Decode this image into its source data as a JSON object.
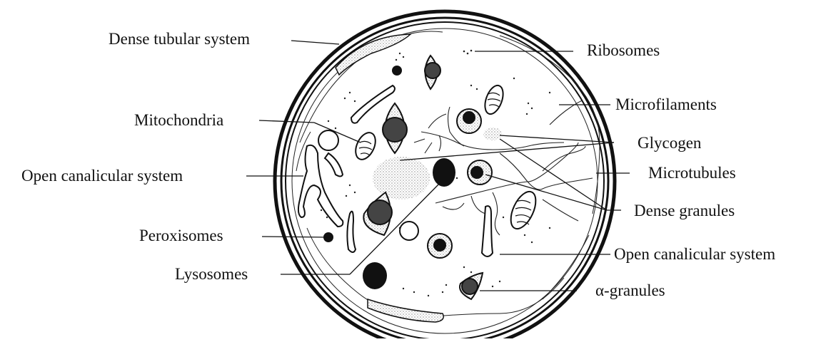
{
  "diagram": {
    "labels": {
      "dense_tubular_system": "Dense tubular system",
      "mitochondria": "Mitochondria",
      "open_canalicular_left": "Open canalicular  system",
      "peroxisomes": "Peroxisomes",
      "lysosomes": "Lysosomes",
      "ribosomes": "Ribosomes",
      "microfilaments": "Microfilaments",
      "glycogen": "Glycogen",
      "microtubules": "Microtubules",
      "dense_granules": "Dense granules",
      "open_canalicular_right": "Open canalicular  system",
      "alpha_granules": "α-granules"
    },
    "colors": {
      "ink": "#111111",
      "background": "#ffffff",
      "fill_light": "#ffffff"
    }
  }
}
